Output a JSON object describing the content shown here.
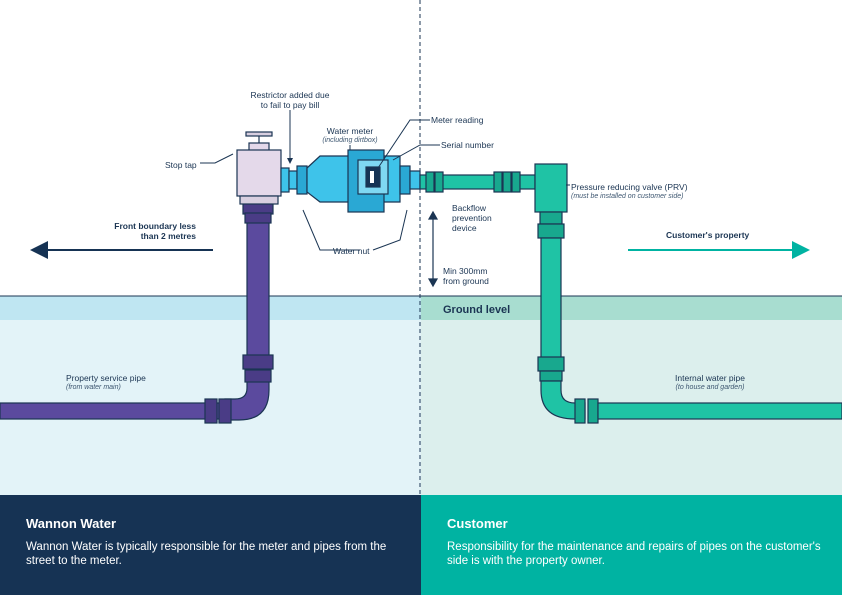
{
  "labels": {
    "restrictor": [
      "Restrictor added due",
      "to fail to pay bill"
    ],
    "stop_tap": "Stop tap",
    "water_meter": "Water meter",
    "water_meter_sub": "(including dirtbox)",
    "meter_reading": "Meter reading",
    "serial_number": "Serial number",
    "prv": "Pressure reducing valve (PRV)",
    "prv_sub": "(must be installed on customer side)",
    "backflow": [
      "Backflow",
      "prevention",
      "device"
    ],
    "front_boundary": [
      "Front boundary less",
      "than 2 metres"
    ],
    "customers_property": "Customer's property",
    "water_nut": "Water nut",
    "min_300": [
      "Min 300mm",
      "from ground"
    ],
    "ground_level": "Ground level",
    "property_service_pipe": "Property service pipe",
    "property_service_pipe_sub": "(from water main)",
    "internal_water_pipe": "Internal water pipe",
    "internal_water_pipe_sub": "(to house and garden)"
  },
  "panels": {
    "left": {
      "title": "Wannon Water",
      "text": "Wannon Water is typically responsible for the meter and pipes from the street to the meter."
    },
    "right": {
      "title": "Customer",
      "text": "Responsibility for the maintenance and repairs of pipes on the customer's side is with the property owner."
    }
  },
  "colors": {
    "navy": "#163354",
    "teal": "#00b3a2",
    "purple_pipe": "#5b4a9e",
    "meter_blue": "#3ec3ea",
    "green_pipe": "#1fc3a5",
    "ground_left": "#bfe6f2",
    "ground_right": "#a8ddd0",
    "soil_left": "#e3f3f8",
    "soil_right": "#dcefed"
  }
}
